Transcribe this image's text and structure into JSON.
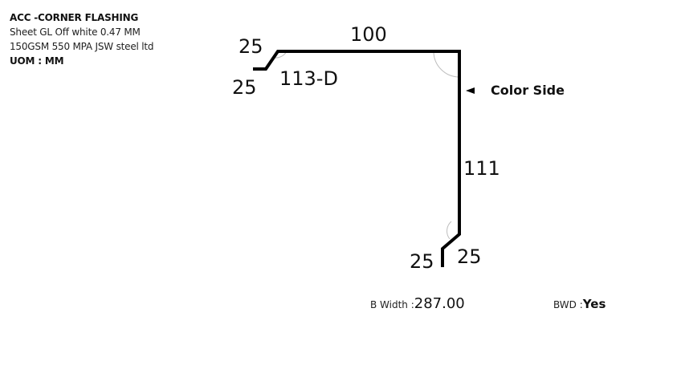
{
  "header": {
    "title": "ACC -CORNER FLASHING",
    "spec_line1": "Sheet GL Off white 0.47 MM",
    "spec_line2": "150GSM 550 MPA JSW steel ltd",
    "uom": "UOM : MM"
  },
  "drawing": {
    "code": "113-D",
    "color_side_label": "Color Side",
    "dimensions": {
      "left_lip_top": "25",
      "left_lip_bottom": "25",
      "top_length": "100",
      "vertical_length": "111",
      "bottom_lip_left": "25",
      "bottom_lip_right": "25"
    }
  },
  "footer": {
    "b_width_label": "B Width :",
    "b_width_value": "287.00",
    "bwd_label": "BWD :",
    "bwd_value": "Yes"
  }
}
